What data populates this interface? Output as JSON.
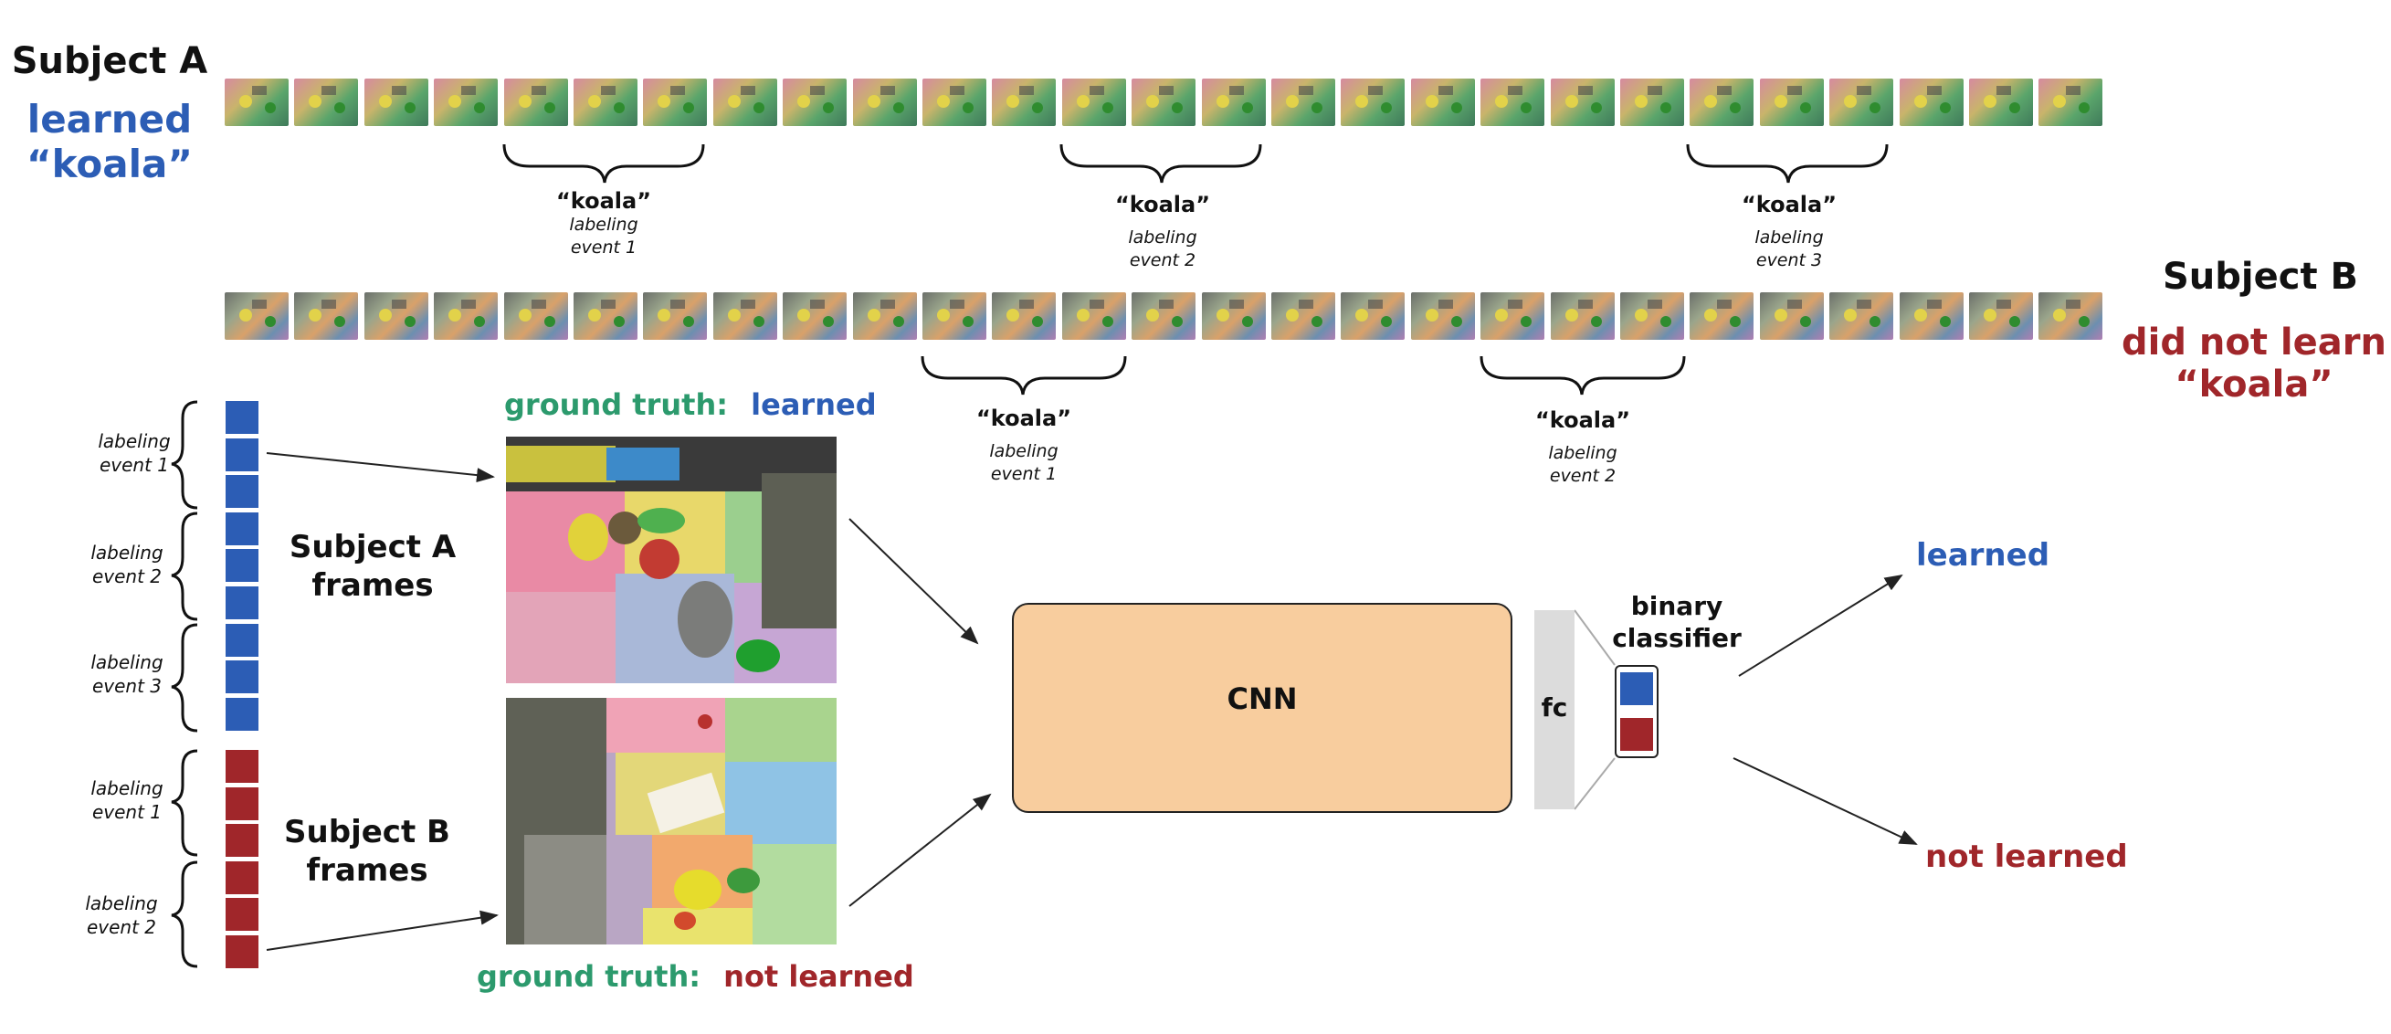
{
  "subject_a": {
    "title": "Subject A",
    "status_line1": "learned",
    "status_line2": "“koala”",
    "events": [
      {
        "word": "“koala”",
        "line1": "labeling",
        "line2": "event 1"
      },
      {
        "word": "“koala”",
        "line1": "labeling",
        "line2": "event 2"
      },
      {
        "word": "“koala”",
        "line1": "labeling",
        "line2": "event 3"
      }
    ],
    "frames_label_line1": "Subject A",
    "frames_label_line2": "frames",
    "side_events": [
      {
        "line1": "labeling",
        "line2": "event 1"
      },
      {
        "line1": "labeling",
        "line2": "event 2"
      },
      {
        "line1": "labeling",
        "line2": "event 3"
      }
    ],
    "ground_truth_label": "ground truth:",
    "ground_truth_value": "learned",
    "color": "#2c5db5"
  },
  "subject_b": {
    "title": "Subject B",
    "status_line1": "did not learn",
    "status_line2": "“koala”",
    "events": [
      {
        "word": "“koala”",
        "line1": "labeling",
        "line2": "event 1"
      },
      {
        "word": "“koala”",
        "line1": "labeling",
        "line2": "event 2"
      }
    ],
    "frames_label_line1": "Subject B",
    "frames_label_line2": "frames",
    "side_events": [
      {
        "line1": "labeling",
        "line2": "event 1"
      },
      {
        "line1": "labeling",
        "line2": "event 2"
      }
    ],
    "ground_truth_label": "ground truth:",
    "ground_truth_value": "not learned",
    "color": "#a0262a"
  },
  "model": {
    "cnn_label": "CNN",
    "fc_label": "fc",
    "classifier_line1": "binary",
    "classifier_line2": "classifier",
    "output_positive": "learned",
    "output_negative": "not learned"
  },
  "colors": {
    "ground_truth_green": "#2c9a6d",
    "cnn_fill": "#f8cd9e",
    "fc_fill": "#dcdcdc"
  }
}
